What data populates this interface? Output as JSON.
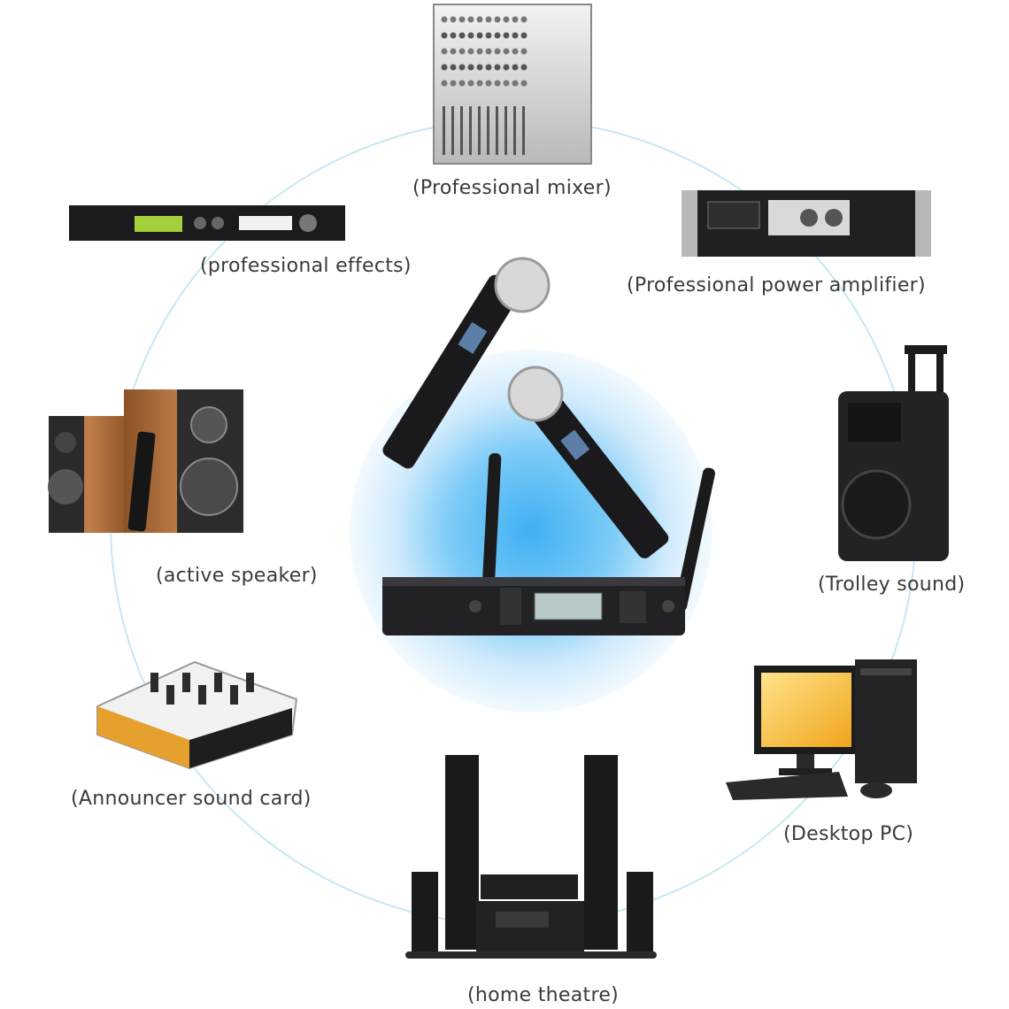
{
  "hub": {
    "name": "wireless-microphone-system",
    "items": [
      "handheld-microphone",
      "handheld-microphone",
      "dual-antenna-receiver"
    ]
  },
  "devices": {
    "mixer": {
      "label": "(Professional mixer)"
    },
    "amplifier": {
      "label": "(Professional power amplifier)"
    },
    "effects": {
      "label": "(professional effects)"
    },
    "speaker": {
      "label": "(active speaker)"
    },
    "trolley": {
      "label": "(Trolley sound)"
    },
    "soundcard": {
      "label": "(Announcer sound card)"
    },
    "pc": {
      "label": "(Desktop PC)"
    },
    "theatre": {
      "label": "(home theatre)"
    }
  },
  "colors": {
    "ring": "#bfe3f0",
    "glow_outer": "#e3f3fd",
    "glow_inner": "#6cc3f5",
    "device_dark": "#1d1d1f",
    "wood": "#a8693a",
    "text": "#3a3a3a"
  }
}
